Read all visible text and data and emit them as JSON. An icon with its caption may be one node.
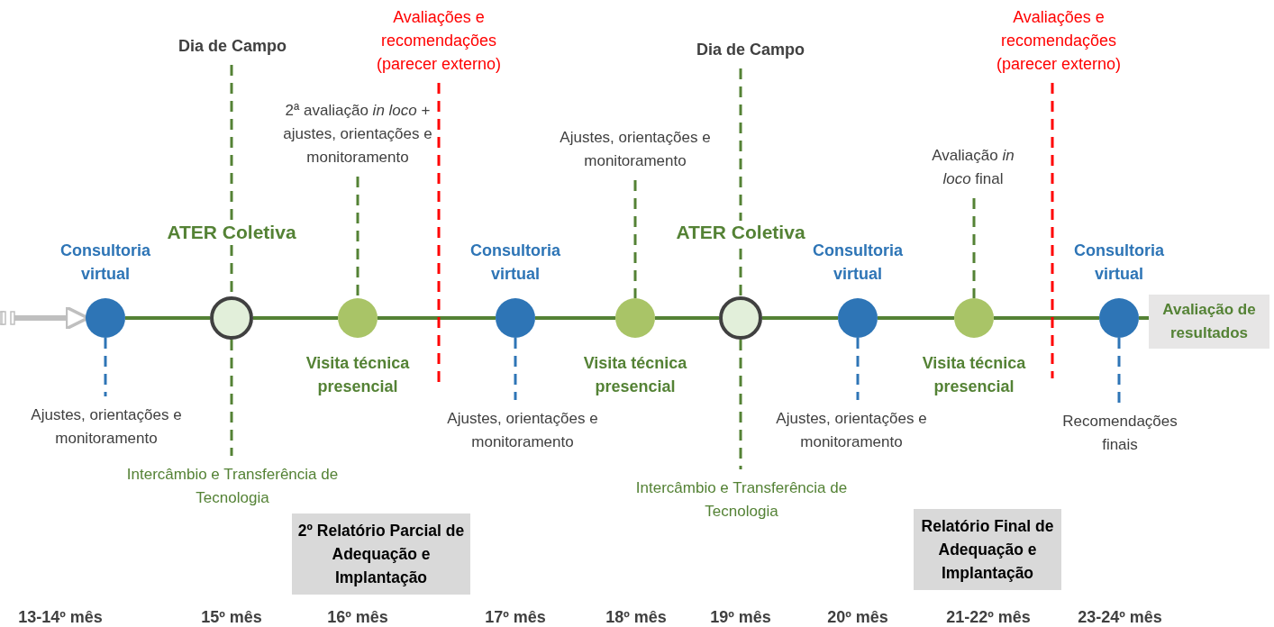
{
  "diagram": {
    "nodes": [
      {
        "text": [],
        "shape": "circle",
        "beside": [
          "Consultoria virtual"
        ]
      },
      {
        "text": [
          "Ajustes, orientações e monitoramento"
        ]
      },
      {
        "text": [
          "Dia de Campo"
        ]
      },
      {
        "text": [],
        "shape": "circle",
        "beside": [
          "ATER Coletiva"
        ]
      },
      {
        "text": [
          "Intercâmbio e Transferência de Tecnologia"
        ]
      },
      {
        "text": [
          "2ª avaliação *in loco* + ajustes, orientações e monitoramento"
        ]
      },
      {
        "text": [],
        "shape": "circle",
        "beside": [
          "Visita técnica presencial"
        ]
      },
      {
        "text": [
          "Avaliações e recomendações (parecer externo)"
        ]
      },
      {
        "text": [],
        "shape": "circle",
        "beside": [
          "Consultoria virtual"
        ]
      },
      {
        "text": [
          "Ajustes, orientações e monitoramento"
        ]
      },
      {
        "text": [
          "Ajustes, orientações e monitoramento"
        ]
      },
      {
        "text": [],
        "shape": "circle",
        "beside": [
          "Visita técnica presencial"
        ]
      },
      {
        "text": [
          "Dia de Campo"
        ]
      },
      {
        "text": [],
        "shape": "circle",
        "beside": [
          "ATER Coletiva"
        ]
      },
      {
        "text": [
          "Intercâmbio e Transferência de Tecnologia"
        ]
      },
      {
        "text": [],
        "shape": "circle",
        "beside": [
          "Consultoria virtual"
        ]
      },
      {
        "text": [
          "Ajustes, orientações e monitoramento"
        ]
      },
      {
        "text": [
          "Avaliação *in loco* final"
        ]
      },
      {
        "text": [],
        "shape": "circle",
        "beside": [
          "Visita técnica presencial"
        ]
      },
      {
        "text": [
          "Avaliações e recomendações (parecer externo)"
        ]
      },
      {
        "text": [],
        "shape": "circle",
        "beside": [
          "Consultoria virtual"
        ]
      },
      {
        "text": [
          "Recomendações finais"
        ]
      },
      {
        "text": [
          "Avaliação de resultados"
        ]
      },
      {
        "text": [
          "2º Relatório Parcial de Adequação e Implantação"
        ]
      },
      {
        "text": [
          "Relatório Final de Adequação e Implantação"
        ]
      }
    ],
    "edges": [
      {
        "from": null,
        "to": 0,
        "arrow": "to",
        "style": "thick",
        "color": "#bfbfbf"
      },
      {
        "from": 0,
        "to": 3,
        "arrow": "none"
      },
      {
        "from": 3,
        "to": 6,
        "arrow": "none"
      },
      {
        "from": 6,
        "to": 8,
        "arrow": "none"
      },
      {
        "from": 8,
        "to": 11,
        "arrow": "none"
      },
      {
        "from": 11,
        "to": 13,
        "arrow": "none"
      },
      {
        "from": 13,
        "to": 15,
        "arrow": "none"
      },
      {
        "from": 15,
        "to": 18,
        "arrow": "none"
      },
      {
        "from": 18,
        "to": 20,
        "arrow": "none"
      },
      {
        "from": 20,
        "to": 22,
        "arrow": "none"
      },
      {
        "from": 0,
        "to": 1,
        "arrow": "none",
        "style": "dashed",
        "color": "#2e75b6"
      },
      {
        "from": 2,
        "to": 3,
        "arrow": "none",
        "style": "dashed"
      },
      {
        "from": 3,
        "to": 4,
        "arrow": "none",
        "style": "dashed"
      },
      {
        "from": 5,
        "to": 6,
        "arrow": "none",
        "style": "dashed"
      },
      {
        "from": 7,
        "to": null,
        "arrow": "none",
        "style": "dashed",
        "color": "#ff0000"
      },
      {
        "from": 8,
        "to": 9,
        "arrow": "none",
        "style": "dashed",
        "color": "#2e75b6"
      },
      {
        "from": 10,
        "to": 11,
        "arrow": "none",
        "style": "dashed"
      },
      {
        "from": 12,
        "to": 13,
        "arrow": "none",
        "style": "dashed"
      },
      {
        "from": 13,
        "to": 14,
        "arrow": "none",
        "style": "dashed"
      },
      {
        "from": 15,
        "to": 16,
        "arrow": "none",
        "style": "dashed",
        "color": "#2e75b6"
      },
      {
        "from": 17,
        "to": 18,
        "arrow": "none",
        "style": "dashed"
      },
      {
        "from": 19,
        "to": null,
        "arrow": "none",
        "style": "dashed",
        "color": "#ff0000"
      },
      {
        "from": 20,
        "to": 21,
        "arrow": "none",
        "style": "dashed",
        "color": "#2e75b6"
      }
    ],
    "labels": [
      "13-14º mês",
      "15º mês",
      "16º mês",
      "17º mês",
      "18º mês",
      "19º mês",
      "20º mês",
      "21-22º mês",
      "23-24º mês"
    ]
  }
}
